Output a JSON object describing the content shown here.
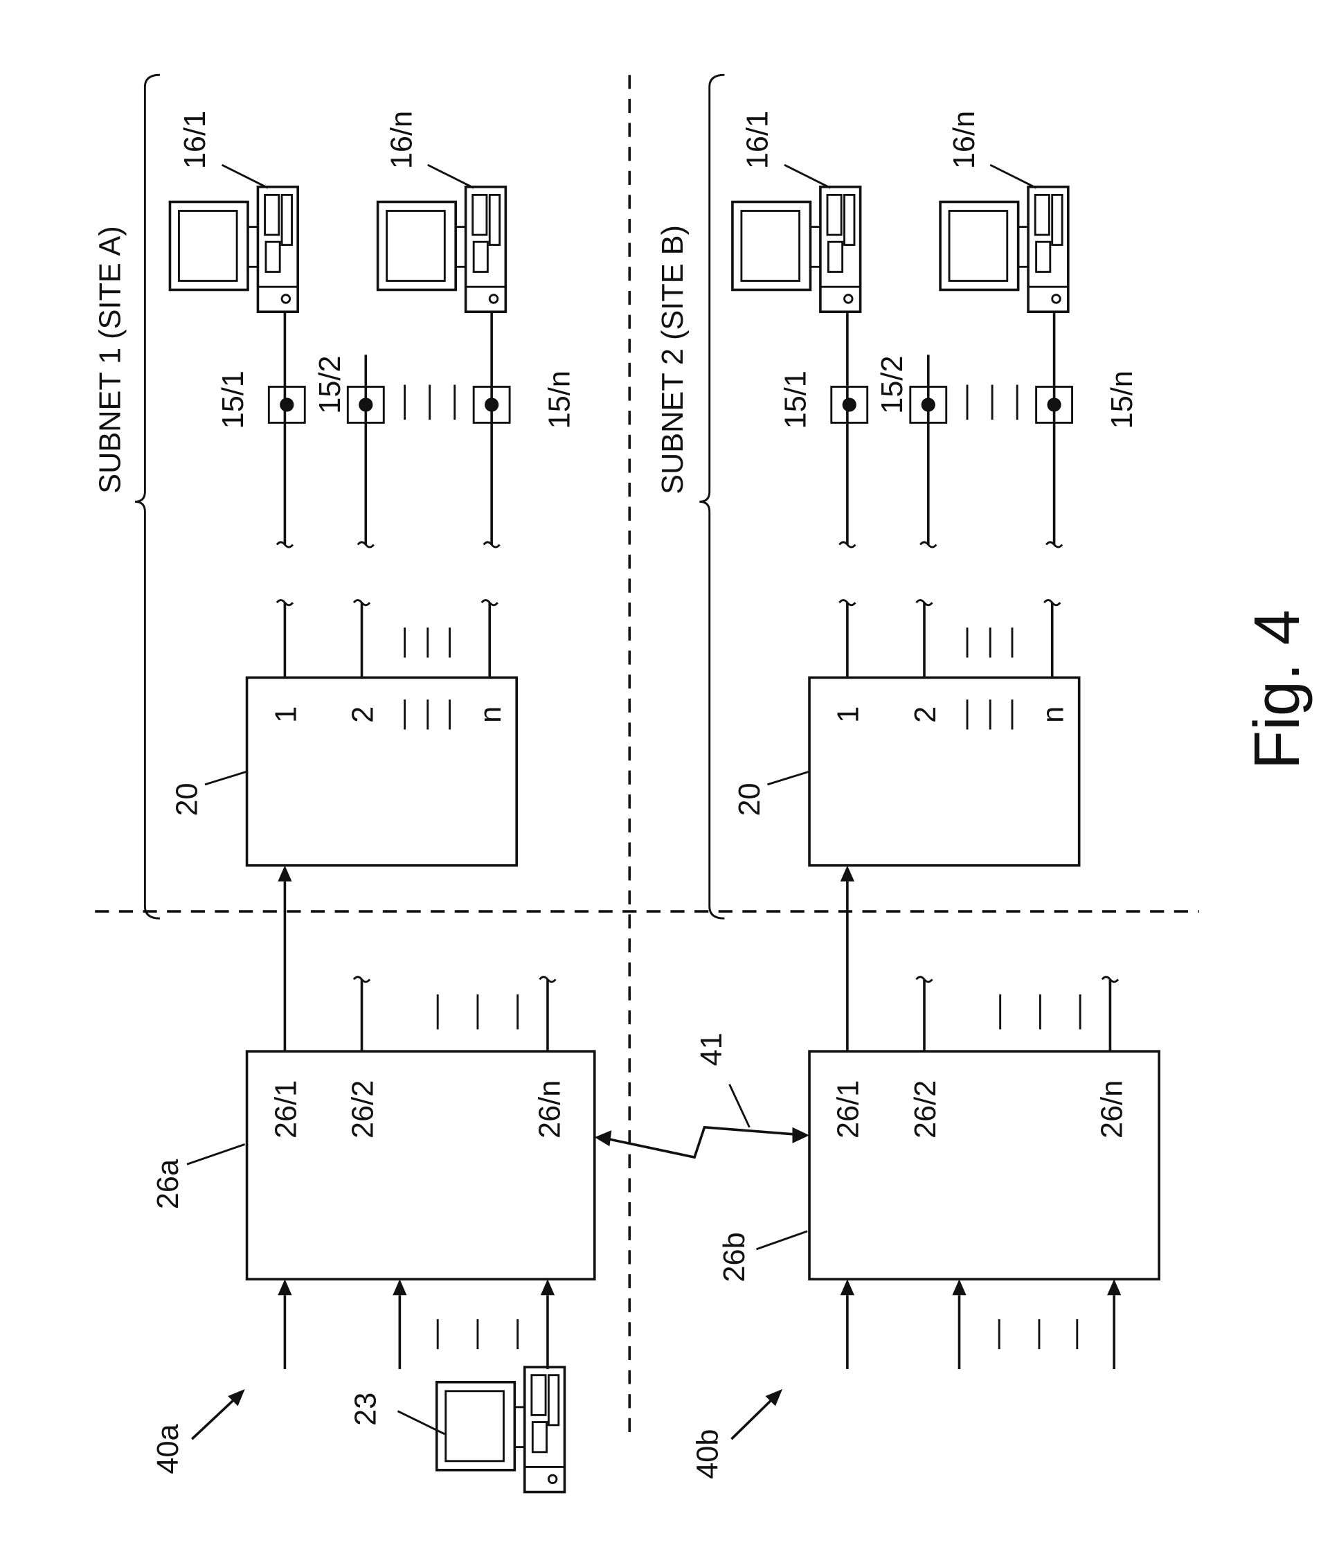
{
  "figure": {
    "caption": "Fig. 4"
  },
  "subnets": [
    {
      "label": "SUBNET 1 (SITE A)",
      "switch_ref": "20",
      "port_labels": [
        "1",
        "2",
        "n"
      ],
      "jacks": [
        "15/1",
        "15/2",
        "15/n"
      ],
      "computers": [
        "16/1",
        "16/n"
      ],
      "router_ref": "26a",
      "router_ports": [
        "26/1",
        "26/2",
        "26/n"
      ],
      "input_ref": "40a"
    },
    {
      "label": "SUBNET 2 (SITE B)",
      "switch_ref": "20",
      "port_labels": [
        "1",
        "2",
        "n"
      ],
      "jacks": [
        "15/1",
        "15/2",
        "15/n"
      ],
      "computers": [
        "16/1",
        "16/n"
      ],
      "router_ref": "26b",
      "router_ports": [
        "26/1",
        "26/2",
        "26/n"
      ],
      "input_ref": "40b"
    }
  ],
  "link_ref": "41",
  "admin_computer_ref": "23"
}
